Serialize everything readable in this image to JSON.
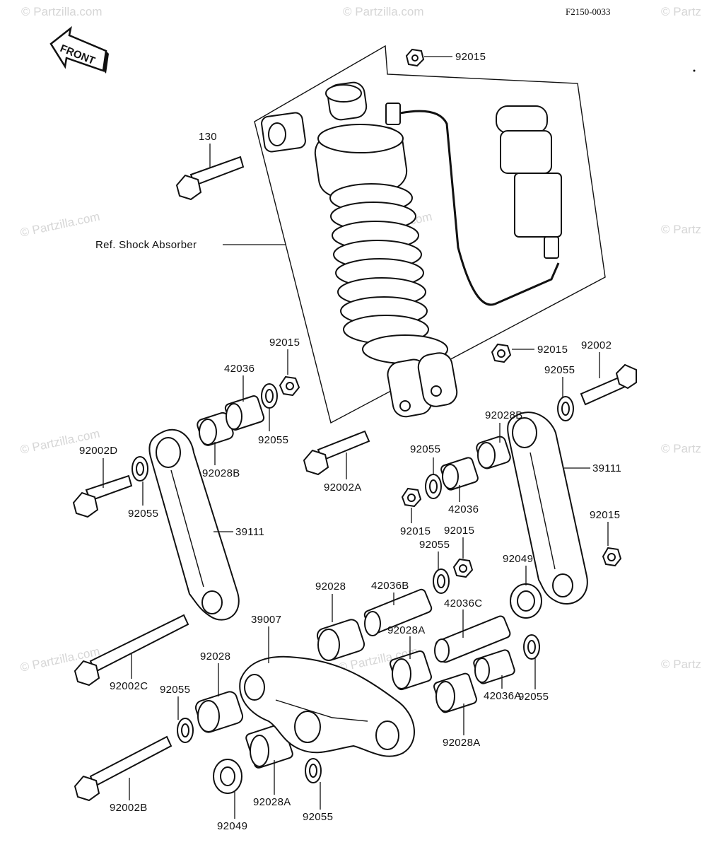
{
  "figure_code": "F2150-0033",
  "front_arrow": "FRONT",
  "watermark": "© Partzilla.com",
  "ref_label": "Ref. Shock Absorber",
  "labels": {
    "n92015_top": "92015",
    "n130": "130",
    "n92015_a": "92015",
    "n42036_a": "42036",
    "n92055_a": "92055",
    "n92028B_a": "92028B",
    "n92002D": "92002D",
    "n92055_b": "92055",
    "n39111_a": "39111",
    "n92002A": "92002A",
    "n92015_r": "92015",
    "n92002": "92002",
    "n92055_c": "92055",
    "n92028B_b": "92028B",
    "n92055_d": "92055",
    "n42036_b": "42036",
    "n92015_b": "92015",
    "n39111_b": "39111",
    "n92015_c": "92015",
    "n92015_d": "92015",
    "n92055_e": "92055",
    "n92049_a": "92049",
    "n42036B": "42036B",
    "n92028": "92028",
    "n42036C": "42036C",
    "n92028A_a": "92028A",
    "n39007": "39007",
    "n92002C": "92002C",
    "n92028_b": "92028",
    "n92055_f": "92055",
    "n42036A": "42036A",
    "n92055_g": "92055",
    "n92028A_b": "92028A",
    "n92002B": "92002B",
    "n92028A_c": "92028A",
    "n92049_b": "92049",
    "n92055_h": "92055"
  }
}
